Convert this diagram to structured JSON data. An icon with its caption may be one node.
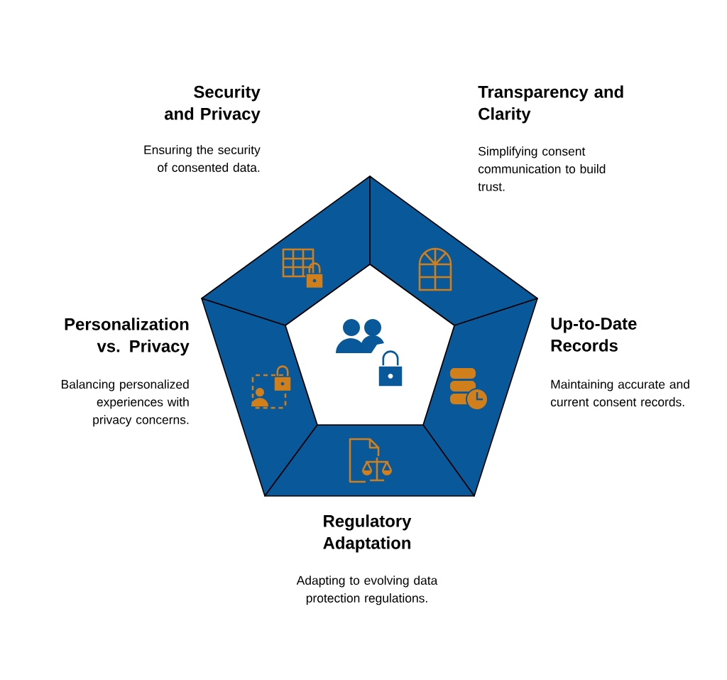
{
  "diagram": {
    "nodes": [
      {
        "text": [],
        "shape": "trapezoid",
        "beside": [
          "Security and Privacy",
          "Ensuring the security of consented data."
        ]
      },
      {
        "text": [],
        "shape": "trapezoid",
        "beside": [
          "Transparency and Clarity",
          "Simplifying consent communication to build trust."
        ]
      },
      {
        "text": [],
        "shape": "trapezoid",
        "beside": [
          "Personalization vs. Privacy",
          "Balancing personalized experiences with privacy concerns."
        ]
      },
      {
        "text": [],
        "shape": "trapezoid",
        "beside": [
          "Up-to-Date Records",
          "Maintaining accurate and current consent records."
        ]
      },
      {
        "text": [],
        "shape": "trapezoid",
        "beside": [
          "Regulatory Adaptation",
          "Adapting to evolving data protection regulations."
        ]
      },
      {
        "text": [],
        "shape": "pentagon"
      }
    ]
  }
}
